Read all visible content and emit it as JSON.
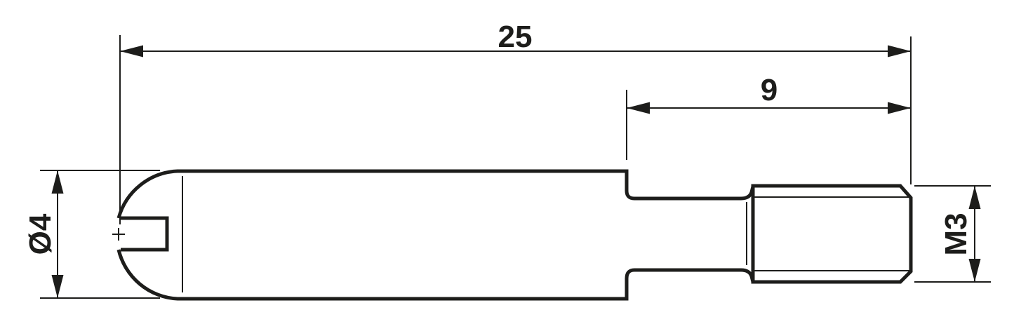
{
  "drawing": {
    "dimensions": {
      "overall_length": "25",
      "thread_section_length": "9",
      "body_diameter": "Ø4",
      "thread_size": "M3"
    },
    "colors": {
      "line": "#1d1d1b",
      "background": "#ffffff"
    }
  }
}
